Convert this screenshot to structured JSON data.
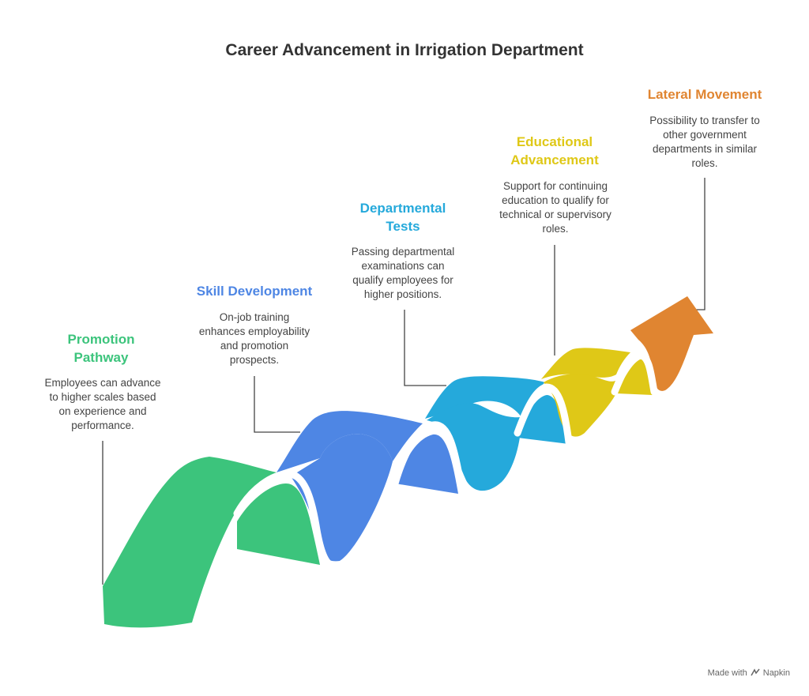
{
  "title": "Career Advancement in Irrigation Department",
  "stages": [
    {
      "title": "Promotion\nPathway",
      "description": "Employees can advance\nto higher scales based\non experience and\nperformance.",
      "color": "#3CC47C"
    },
    {
      "title": "Skill Development",
      "description": "On-job training\nenhances employability\nand promotion\nprospects.",
      "color": "#4E86E4"
    },
    {
      "title": "Departmental\nTests",
      "description": "Passing departmental\nexaminations can\nqualify employees for\nhigher positions.",
      "color": "#25A9DB"
    },
    {
      "title": "Educational\nAdvancement",
      "description": "Support for continuing\neducation to qualify for\ntechnical or supervisory\nroles.",
      "color": "#DFC817"
    },
    {
      "title": "Lateral Movement",
      "description": "Possibility to transfer to\nother government\ndepartments in similar\nroles.",
      "color": "#E08531"
    }
  ],
  "footer": {
    "label": "Made with",
    "brand": "Napkin",
    "icon": "napkin-logo-icon"
  }
}
